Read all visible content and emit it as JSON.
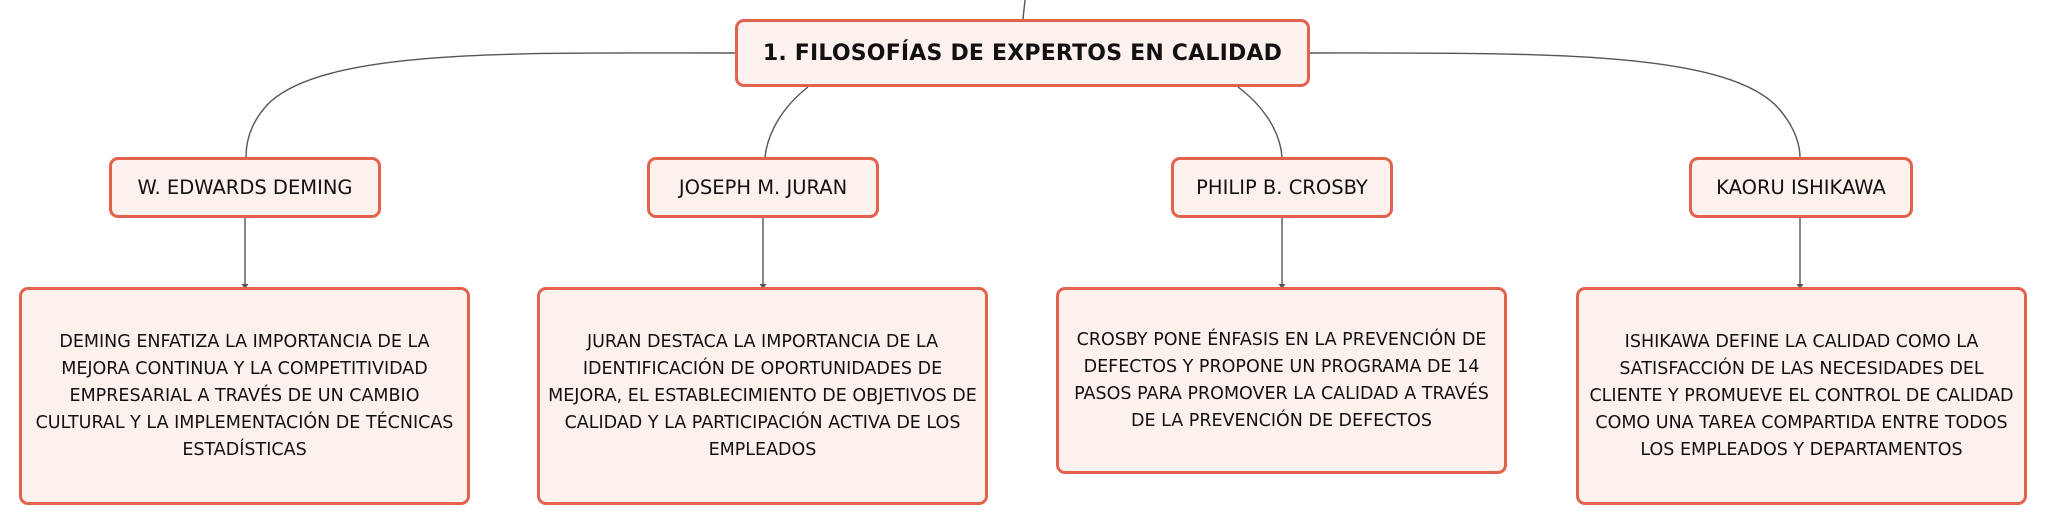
{
  "diagram": {
    "root": {
      "title": "1. FILOSOFÍAS DE EXPERTOS EN CALIDAD"
    },
    "experts": [
      {
        "name": "W. EDWARDS DEMING",
        "description": "DEMING ENFATIZA LA IMPORTANCIA DE LA MEJORA CONTINUA Y LA COMPETITIVIDAD EMPRESARIAL A TRAVÉS DE UN CAMBIO CULTURAL Y LA IMPLEMENTACIÓN DE TÉCNICAS ESTADÍSTICAS"
      },
      {
        "name": "JOSEPH M. JURAN",
        "description": "JURAN DESTACA LA IMPORTANCIA DE LA IDENTIFICACIÓN DE OPORTUNIDADES DE MEJORA, EL ESTABLECIMIENTO DE OBJETIVOS DE CALIDAD Y LA PARTICIPACIÓN ACTIVA DE LOS EMPLEADOS"
      },
      {
        "name": "PHILIP B. CROSBY",
        "description": "CROSBY PONE ÉNFASIS EN LA PREVENCIÓN DE DEFECTOS Y PROPONE UN PROGRAMA DE 14 PASOS PARA PROMOVER LA CALIDAD A TRAVÉS DE LA PREVENCIÓN DE DEFECTOS"
      },
      {
        "name": "KAORU ISHIKAWA",
        "description": "ISHIKAWA DEFINE LA CALIDAD COMO LA SATISFACCIÓN DE LAS NECESIDADES DEL CLIENTE Y PROMUEVE EL CONTROL DE CALIDAD COMO UNA TAREA COMPARTIDA ENTRE TODOS LOS EMPLEADOS Y DEPARTAMENTOS"
      }
    ],
    "colors": {
      "node_border": "#e2624e",
      "node_fill": "#fdf1ee",
      "connector": "#555555",
      "text": "#111111"
    }
  }
}
